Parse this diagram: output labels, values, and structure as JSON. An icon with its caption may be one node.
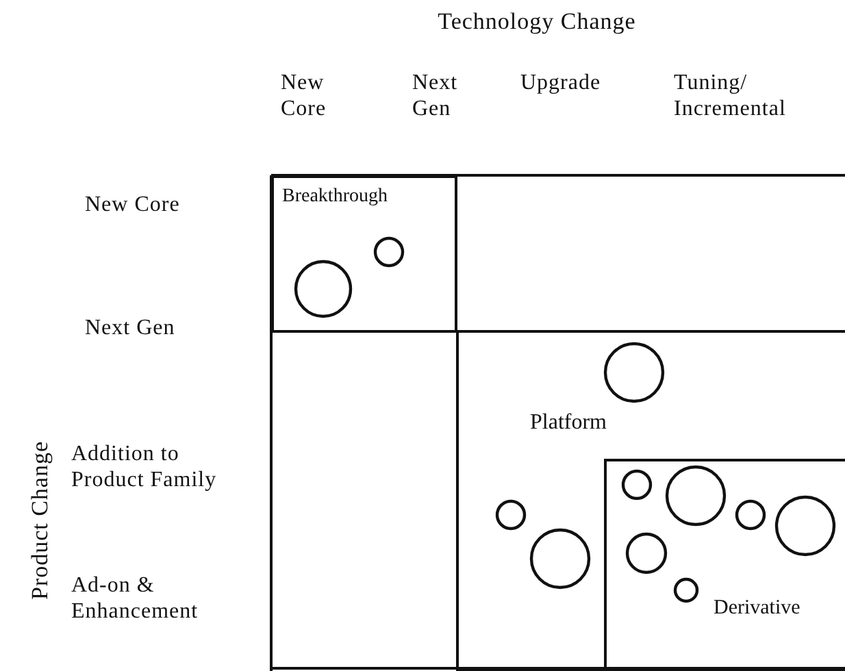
{
  "diagram": {
    "nodes": [
      {
        "text": [
          "Breakthrough"
        ]
      },
      {
        "text": [
          "Platform"
        ]
      },
      {
        "text": [
          "Derivative"
        ],
        "in": 1
      }
    ],
    "edges": [],
    "labels": [
      "Technology Change",
      "New Core",
      "Next Gen",
      "Upgrade",
      "Tuning/ Incremental",
      "Product Change",
      "New Core",
      "Next Gen",
      "Addition to Product Family",
      "Ad-on & Enhancement"
    ]
  }
}
